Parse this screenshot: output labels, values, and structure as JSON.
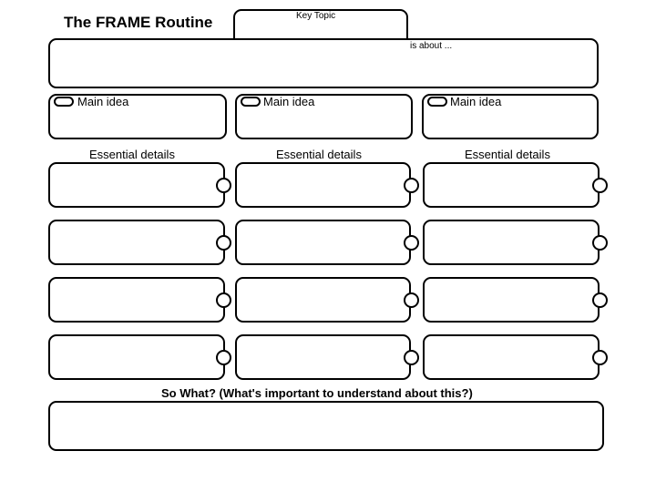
{
  "header": {
    "title": "The FRAME Routine",
    "key_topic_label": "Key Topic",
    "is_about_label": "is about ..."
  },
  "main_ideas": [
    {
      "label": "Main idea",
      "details_heading": "Essential details"
    },
    {
      "label": "Main idea",
      "details_heading": "Essential details"
    },
    {
      "label": "Main idea",
      "details_heading": "Essential details"
    }
  ],
  "so_what": {
    "label": "So What? (What's important to understand about this?)"
  }
}
